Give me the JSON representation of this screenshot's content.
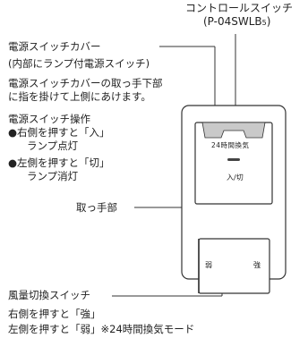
{
  "title": {
    "name": "コントロールスイッチ",
    "model_prefix": "(P-04SWLB",
    "model_sub": "5",
    "model_suffix": ")"
  },
  "callouts": {
    "cover_label": "電源スイッチカバー",
    "cover_note": "(内部にランプ付電源スイッチ)",
    "open_instr_1": "電源スイッチカバーの取っ手下部",
    "open_instr_2": "に指を掛けて上側にあけます。",
    "op_title": "電源スイッチ操作",
    "op_right_1": "●右側を押すと「入」",
    "op_right_2": "ランプ点灯",
    "op_left_1": "●左側を押すと「切」",
    "op_left_2": "ランプ消灯",
    "handle_label": "取っ手部",
    "fan_label": "風量切換スイッチ",
    "fan_right": "右側を押すと「強」",
    "fan_left": "左側を押すと「弱」※24時間換気モード"
  },
  "panel": {
    "mode_label": "24時間換気",
    "onoff_label": "入/切",
    "weak_label": "弱",
    "strong_label": "強"
  }
}
